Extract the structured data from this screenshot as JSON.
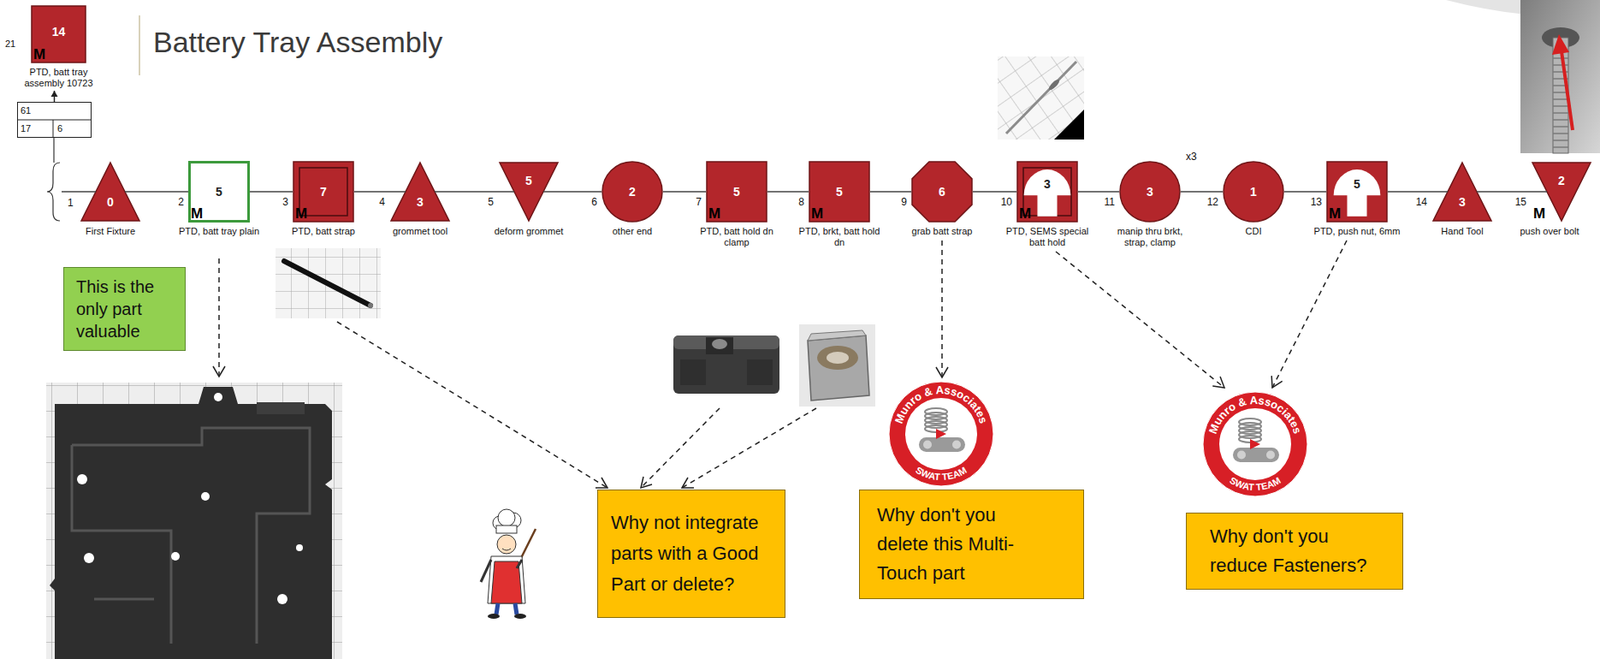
{
  "diagram": {
    "title": "Battery Tray Assembly",
    "nodes": [
      {
        "text": [
          "14",
          "M",
          "PTD, batt tray assembly 10723"
        ]
      },
      {
        "text": [
          "61",
          "17",
          "6"
        ]
      },
      {
        "text": [
          "0",
          "First Fixture"
        ]
      },
      {
        "text": [
          "5",
          "M",
          "PTD, batt tray plain"
        ]
      },
      {
        "text": [
          "7",
          "M",
          "PTD, batt strap"
        ]
      },
      {
        "text": [
          "3",
          "grommet tool"
        ]
      },
      {
        "text": [
          "5",
          "deform grommet"
        ]
      },
      {
        "text": [
          "2",
          "other end"
        ]
      },
      {
        "text": [
          "5",
          "M",
          "PTD, batt hold dn clamp"
        ]
      },
      {
        "text": [
          "5",
          "M",
          "PTD, brkt, batt hold dn"
        ]
      },
      {
        "text": [
          "6",
          "grab batt strap"
        ]
      },
      {
        "text": [
          "3",
          "M",
          "PTD, SEMS special batt hold"
        ]
      },
      {
        "text": [
          "3",
          "manip thru brkt, strap, clamp"
        ]
      },
      {
        "text": [
          "1",
          "CDI"
        ]
      },
      {
        "text": [
          "5",
          "M",
          "PTD, push nut, 6mm"
        ]
      },
      {
        "text": [
          "3",
          "Hand Tool"
        ]
      },
      {
        "text": [
          "2",
          "M",
          "push over bolt"
        ]
      },
      {
        "text": [
          "This is the only part valuable"
        ]
      },
      {
        "text": [
          "Why not integrate parts with a Good Part or delete?"
        ]
      },
      {
        "text": [
          "Why don't you delete this Multi-Touch part"
        ]
      },
      {
        "text": [
          "Why don't you reduce Fasteners?"
        ]
      }
    ],
    "edges": [
      {
        "from": 1,
        "to": 0,
        "arrow": "to"
      },
      {
        "from": 2,
        "to": 3,
        "label": "2",
        "arrow": "none"
      },
      {
        "from": 3,
        "to": 4,
        "label": "3",
        "arrow": "none"
      },
      {
        "from": 4,
        "to": 5,
        "label": "4",
        "arrow": "none"
      },
      {
        "from": 5,
        "to": 6,
        "label": "5",
        "arrow": "none"
      },
      {
        "from": 6,
        "to": 7,
        "label": "6",
        "arrow": "none"
      },
      {
        "from": 7,
        "to": 8,
        "label": "7",
        "arrow": "none"
      },
      {
        "from": 8,
        "to": 9,
        "label": "8",
        "arrow": "none"
      },
      {
        "from": 9,
        "to": 10,
        "label": "9",
        "arrow": "none"
      },
      {
        "from": 10,
        "to": 11,
        "label": "10",
        "arrow": "none"
      },
      {
        "from": 11,
        "to": 12,
        "label": "11",
        "arrow": "none"
      },
      {
        "from": 12,
        "to": 13,
        "label": "12",
        "arrow": "none"
      },
      {
        "from": 13,
        "to": 14,
        "label": "13",
        "arrow": "none"
      },
      {
        "from": 14,
        "to": 15,
        "label": "14",
        "arrow": "none"
      },
      {
        "from": 15,
        "to": 16,
        "label": "15",
        "arrow": "none"
      },
      {
        "from": 10,
        "to": 19,
        "arrow": "to"
      },
      {
        "from": 11,
        "to": 20,
        "arrow": "to"
      },
      {
        "from": 14,
        "to": 20,
        "arrow": "to"
      }
    ],
    "labels": [
      "21",
      "1",
      "x3",
      "Munro & Associates",
      "SWAT TEAM",
      "Munro & Associates",
      "SWAT TEAM"
    ]
  }
}
